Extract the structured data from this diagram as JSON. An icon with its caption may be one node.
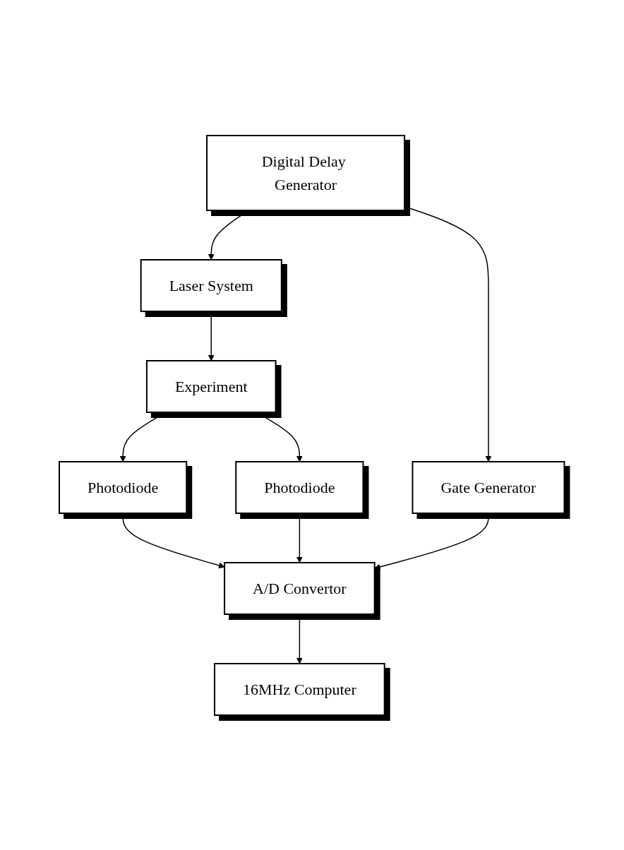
{
  "diagram": {
    "nodes": [
      {
        "text": [
          "Laser System"
        ]
      },
      {
        "text": [
          "Digital Delay Generator"
        ]
      },
      {
        "text": [
          "Experiment"
        ]
      },
      {
        "text": [
          "Photodiode"
        ]
      },
      {
        "text": [
          "Photodiode"
        ]
      },
      {
        "text": [
          "A/D Convertor"
        ]
      },
      {
        "text": [
          "Gate Generator"
        ]
      },
      {
        "text": [
          "16MHz Computer"
        ]
      }
    ],
    "edges": [
      {
        "from": 1,
        "to": 0,
        "arrow": "to"
      },
      {
        "from": 0,
        "to": 2,
        "arrow": "to"
      },
      {
        "from": 2,
        "to": 3,
        "arrow": "to"
      },
      {
        "from": 2,
        "to": 4,
        "arrow": "to"
      },
      {
        "from": 1,
        "to": 6,
        "arrow": "to"
      },
      {
        "from": 3,
        "to": 5,
        "arrow": "to"
      },
      {
        "from": 4,
        "to": 5,
        "arrow": "to"
      },
      {
        "from": 6,
        "to": 5,
        "arrow": "to"
      },
      {
        "from": 5,
        "to": 7,
        "arrow": "to"
      }
    ]
  }
}
